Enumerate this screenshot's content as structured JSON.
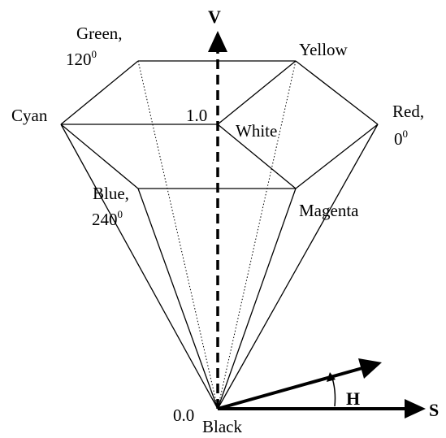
{
  "axes": {
    "v": "V",
    "s": "S",
    "h": "H"
  },
  "values": {
    "top": "1.0",
    "bottom": "0.0"
  },
  "vertices": {
    "green": "Green,",
    "green_angle": "120",
    "yellow": "Yellow",
    "cyan": "Cyan",
    "white": "White",
    "red": "Red,",
    "red_angle": "0",
    "blue": "Blue,",
    "blue_angle": "240",
    "magenta": "Magenta",
    "black": "Black"
  },
  "degree_mark": "0"
}
